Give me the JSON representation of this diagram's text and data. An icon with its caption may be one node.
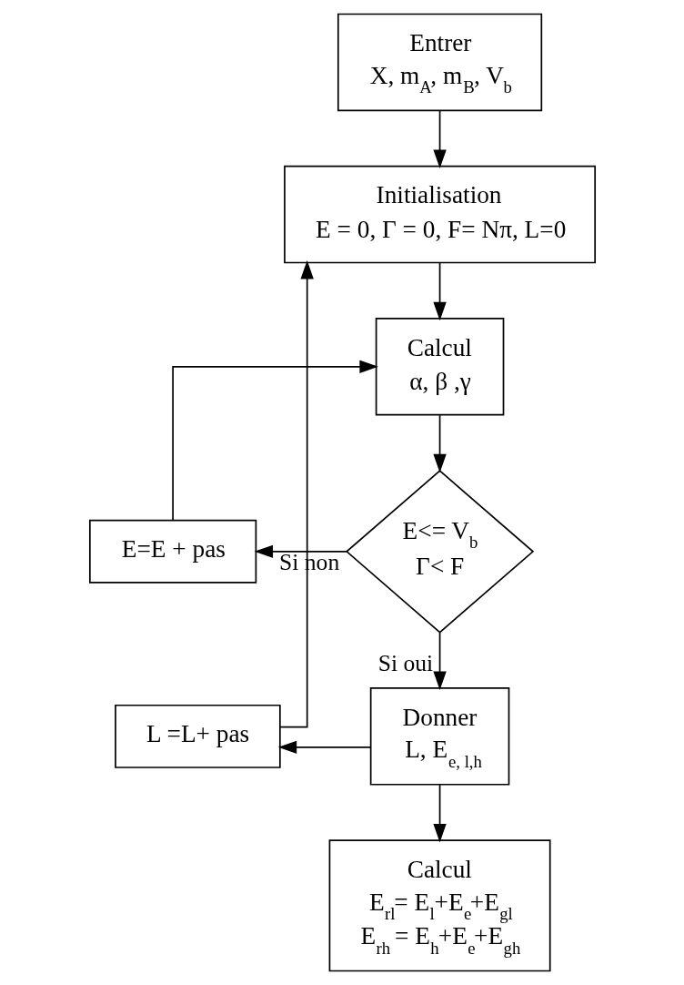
{
  "diagram": {
    "nodes": [
      {
        "text": [
          "Entrer",
          "X, m$_{A}$, m$_{B}$, V$_{b}$"
        ]
      },
      {
        "text": [
          "Initialisation",
          "E = 0, Γ = 0, F= Nπ, L=0"
        ]
      },
      {
        "text": [
          "Calcul",
          "α, β ,γ"
        ]
      },
      {
        "text": [
          "E<= V$_{b}$",
          "Γ< F"
        ]
      },
      {
        "text": [
          "E=E + pas"
        ]
      },
      {
        "text": [
          "Donner",
          "L, E$_{e, l,h}$"
        ]
      },
      {
        "text": [
          "L =L+ pas"
        ]
      },
      {
        "text": [
          "Calcul",
          "E$_{rl}$= E$_{l}$+E$_{e}$+E$_{gl}$",
          "E$_{rh}$ = E$_{h}$+E$_{e}$+E$_{gh}$"
        ]
      }
    ],
    "edges": [
      {
        "from": 0,
        "to": 1,
        "arrow": "to"
      },
      {
        "from": 1,
        "to": 2,
        "arrow": "to"
      },
      {
        "from": 2,
        "to": 3,
        "arrow": "to"
      },
      {
        "from": 3,
        "to": 4,
        "arrow": "to",
        "label": "Si non"
      },
      {
        "from": 4,
        "to": 2,
        "arrow": "to"
      },
      {
        "from": 3,
        "to": 5,
        "arrow": "to",
        "label": "Si oui"
      },
      {
        "from": 5,
        "to": 6,
        "arrow": "to"
      },
      {
        "from": 6,
        "to": 1,
        "arrow": "to"
      },
      {
        "from": 5,
        "to": 7,
        "arrow": "to"
      }
    ]
  }
}
